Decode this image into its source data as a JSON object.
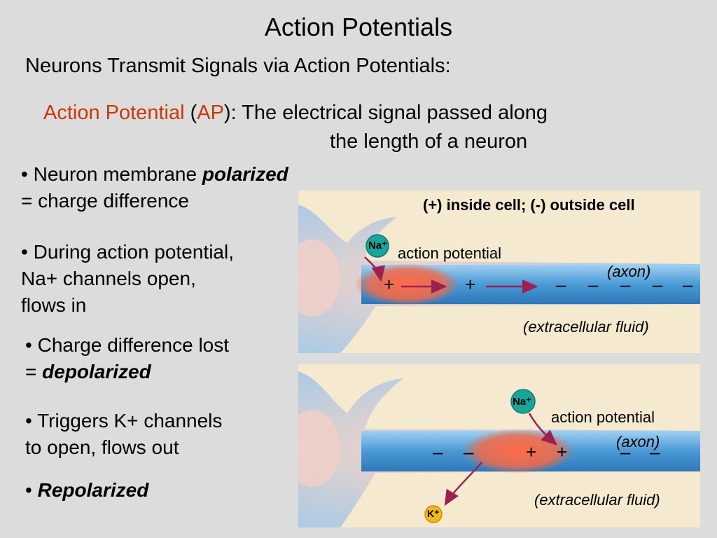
{
  "title": "Action Potentials",
  "subtitle": "Neurons Transmit Signals via Action Potentials:",
  "definition": {
    "term": "Action Potential",
    "open_paren": " (",
    "abbr": "AP",
    "close": "):  The electrical signal passed along",
    "line2": "the length of a neuron"
  },
  "bullets": [
    {
      "dot": "•  ",
      "text": "Neuron membrane ",
      "emph": "polarized",
      "line2": "= charge difference"
    },
    {
      "dot": "•  ",
      "text": "During action potential,",
      "line2": "Na+ channels open,",
      "line3": "flows in"
    },
    {
      "dot": "•  ",
      "text": "Charge difference lost",
      "line2_prefix": "= ",
      "line2_emph": "depolarized"
    },
    {
      "dot": "•  ",
      "text": "Triggers K+ channels",
      "line2": "to open, flows out"
    },
    {
      "dot": "•  ",
      "emph": "Repolarized"
    }
  ],
  "panel1": {
    "header": "(+) inside cell; (-) outside cell",
    "ion": "Na⁺",
    "ap_label": "action potential",
    "axon": "(axon)",
    "fluid": "(extracellular fluid)",
    "charges": [
      "+",
      "+",
      "–",
      "–",
      "–",
      "–",
      "–"
    ]
  },
  "panel2": {
    "ion_na": "Na⁺",
    "ion_k": "K⁺",
    "ap_label": "action potential",
    "axon": "(axon)",
    "fluid": "(extracellular fluid)",
    "charges": [
      "–",
      "–",
      "+",
      "+",
      "–",
      "–"
    ]
  },
  "colors": {
    "title_accent": "#c8380a",
    "panel_bg": "#f5e9cf",
    "axon_blue": "#4a9ad6",
    "ap_red": "#ef5a3c",
    "arrow": "#9c2050",
    "na_teal": "#1aa59a",
    "k_yellow": "#f2b81a"
  }
}
